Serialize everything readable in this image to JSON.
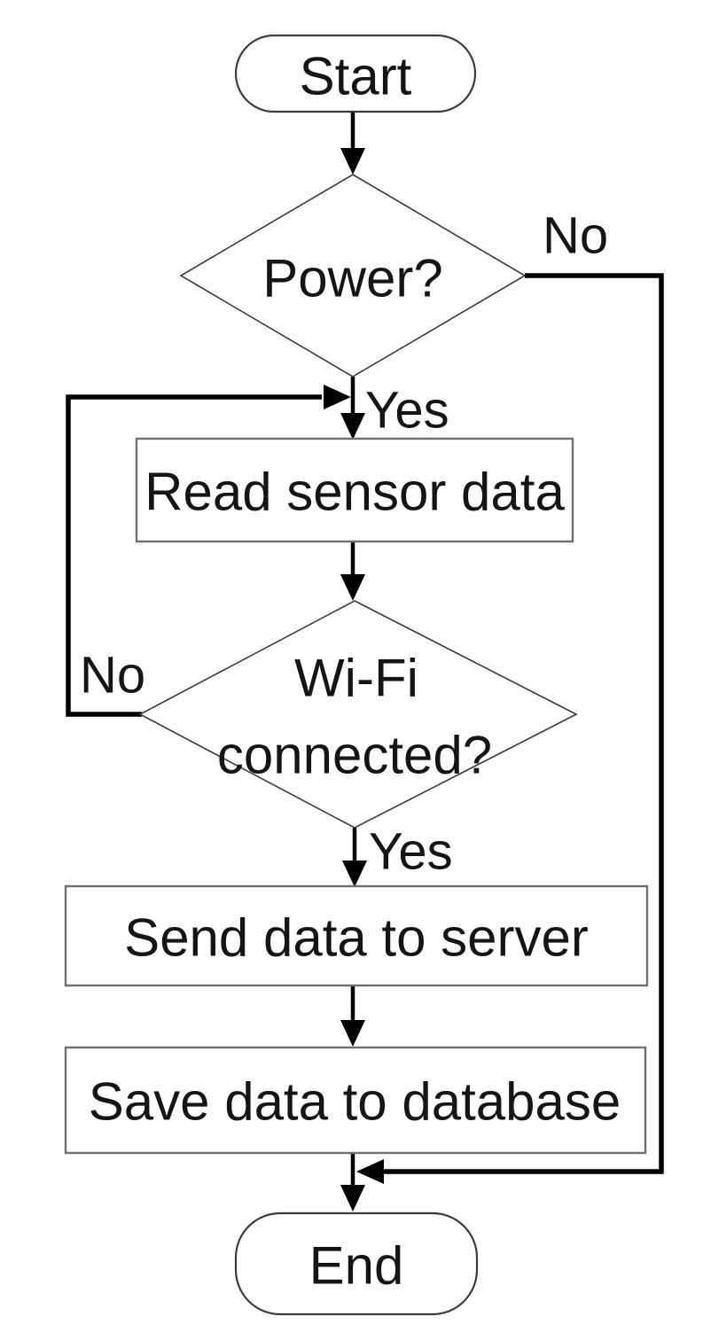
{
  "diagram": {
    "type": "flowchart",
    "colors": {
      "background": "#ffffff",
      "node_fill": "#ffffff",
      "process_border": "#707070",
      "outline": "#3c3c3c",
      "arrow": "#000000",
      "text": "#151515"
    },
    "nodes": {
      "start": {
        "shape": "terminator",
        "label": "Start"
      },
      "power": {
        "shape": "decision",
        "label": "Power?"
      },
      "read_sensor": {
        "shape": "process",
        "label": "Read sensor data"
      },
      "wifi": {
        "shape": "decision",
        "label_line1": "Wi-Fi",
        "label_line2": "connected?"
      },
      "send_server": {
        "shape": "process",
        "label": "Send data to server"
      },
      "save_db": {
        "shape": "process",
        "label": "Save data to database"
      },
      "end": {
        "shape": "terminator",
        "label": "End"
      }
    },
    "edge_labels": {
      "power_no": "No",
      "power_yes": "Yes",
      "wifi_no": "No",
      "wifi_yes": "Yes"
    },
    "flow": [
      "Start -> Power?",
      "Power? -No-> End (right side merge)",
      "Power? -Yes-> Read sensor data",
      "Read sensor data -> Wi-Fi connected?",
      "Wi-Fi connected? -No-> Read sensor data (left loop)",
      "Wi-Fi connected? -Yes-> Send data to server",
      "Send data to server -> Save data to database",
      "Save data to database -> End"
    ]
  }
}
